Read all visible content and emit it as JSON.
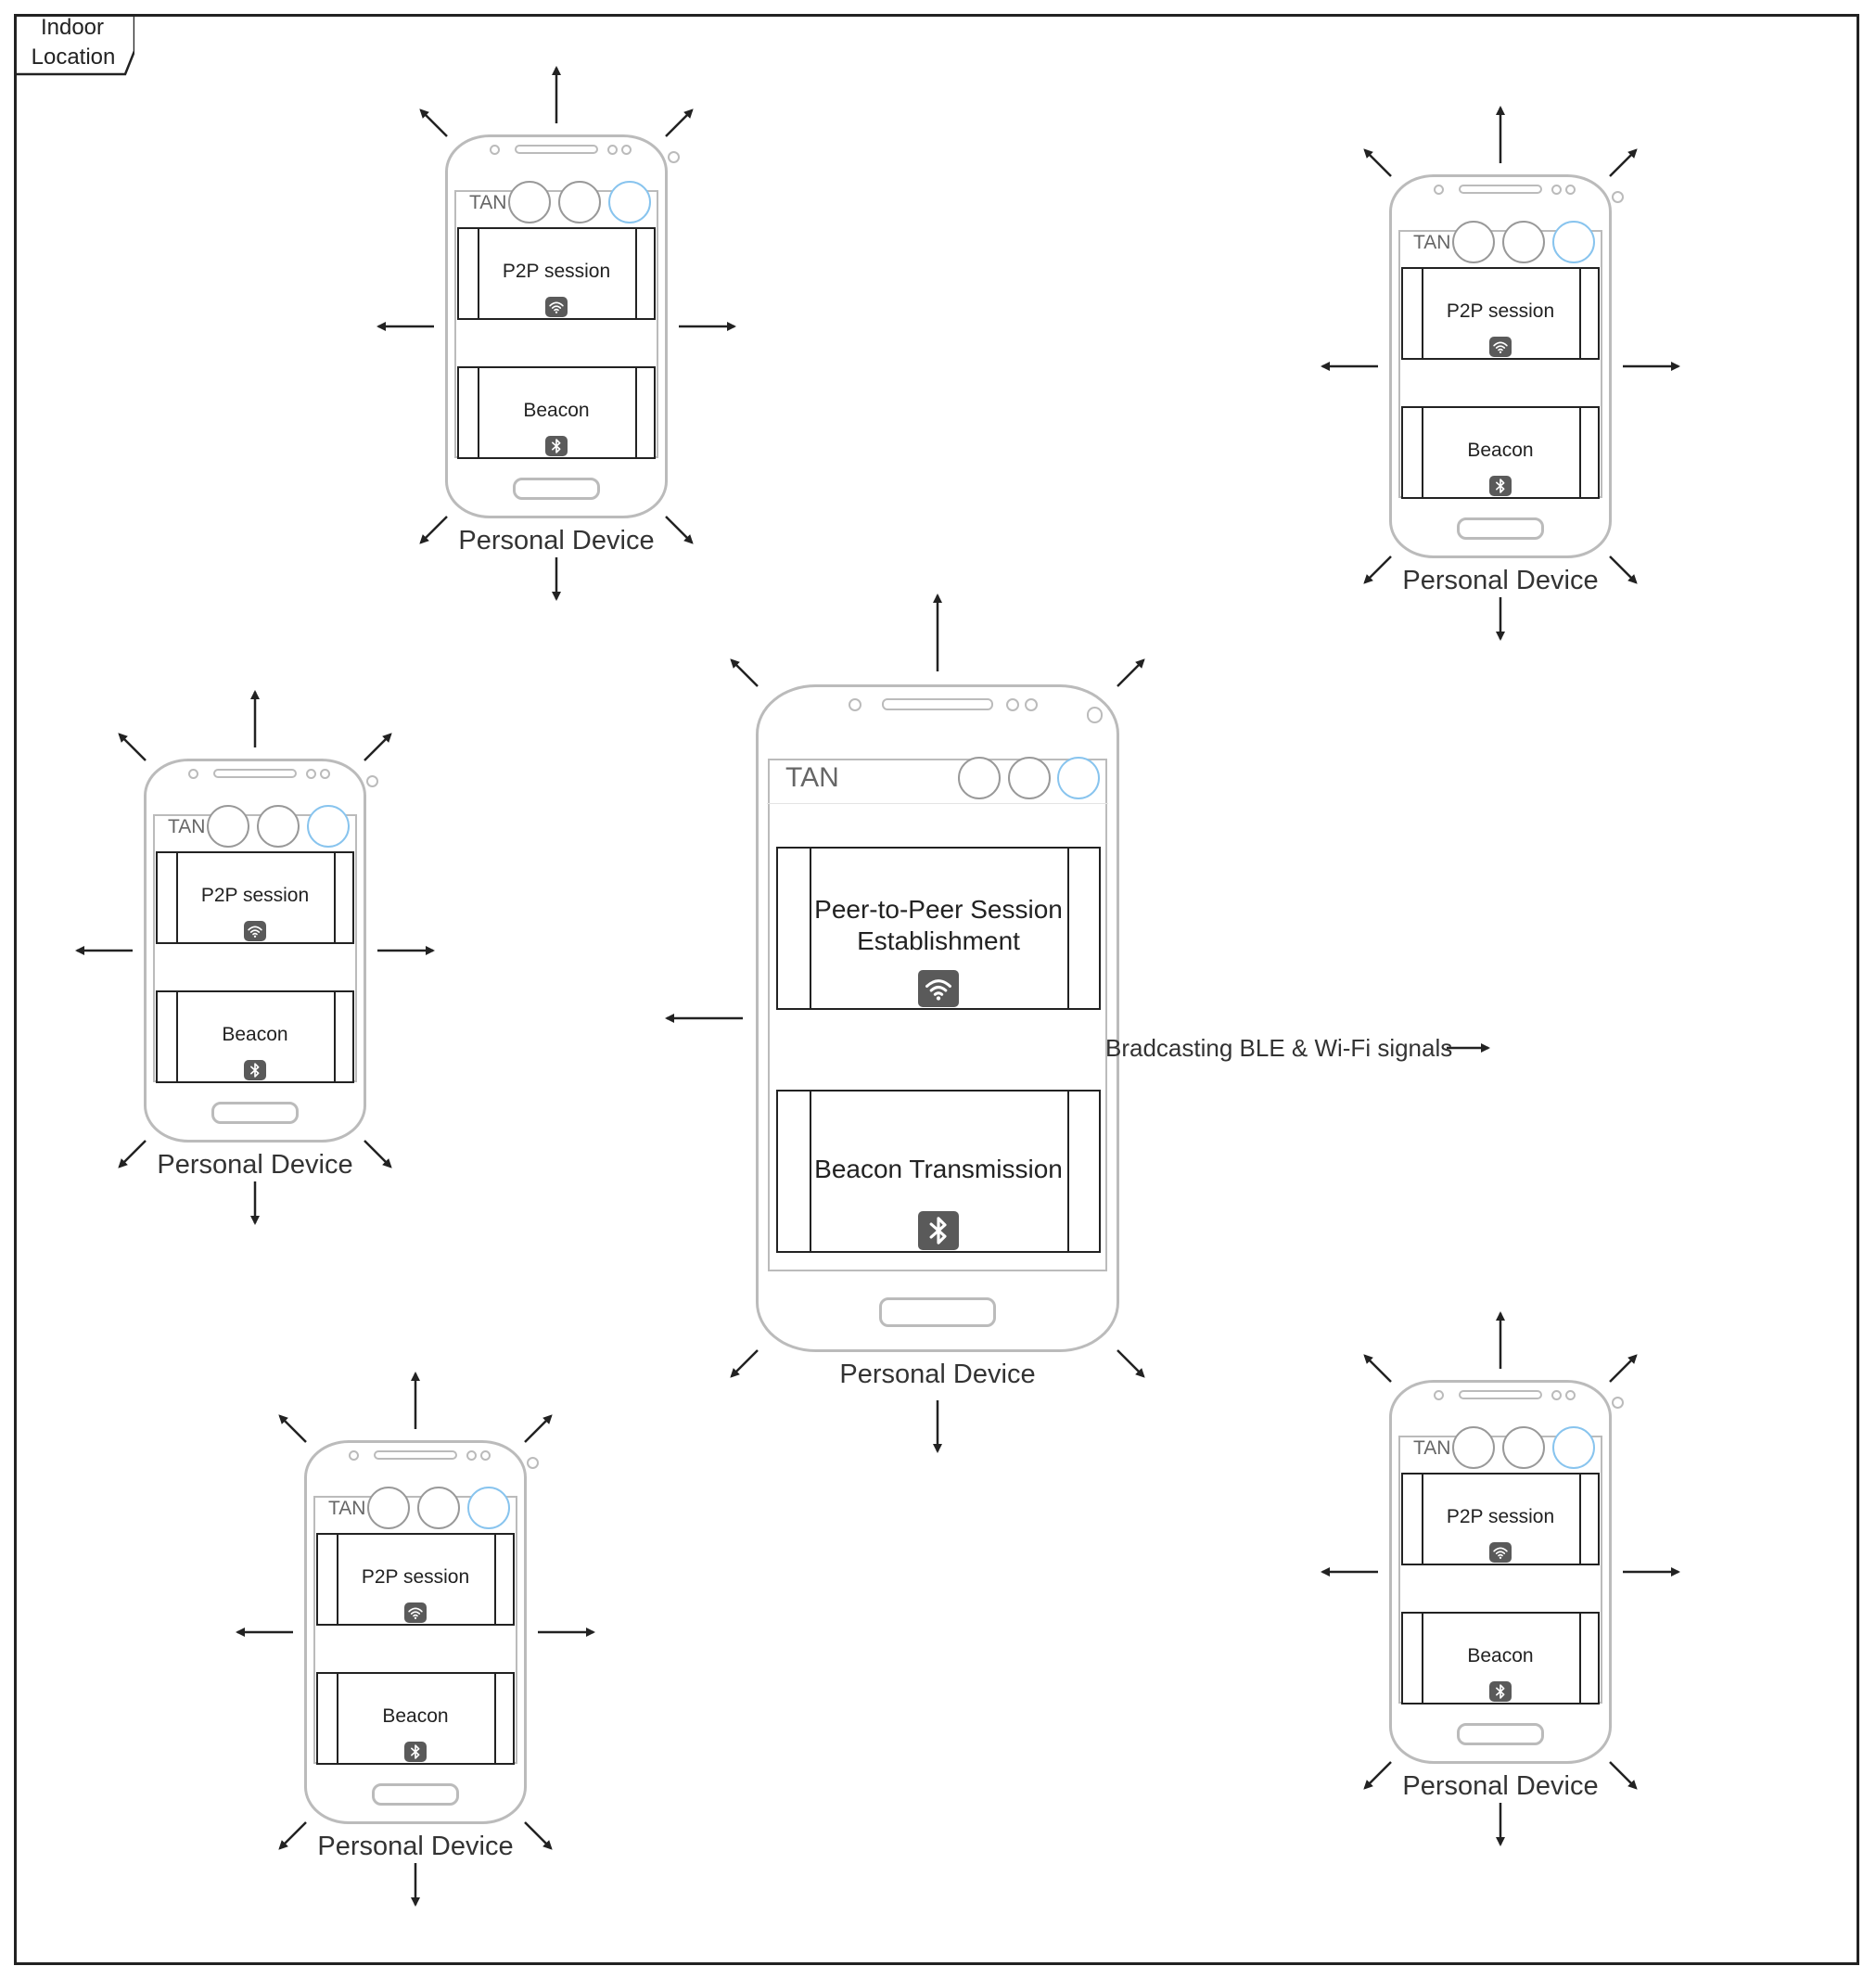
{
  "corner_label": {
    "line1": "Indoor",
    "line2": "Location"
  },
  "central_device": {
    "label": "Personal Device",
    "app_name": "TAN",
    "p2p_box": {
      "line1": "Peer-to-Peer Session",
      "line2": "Establishment",
      "icon": "wifi-icon"
    },
    "beacon_box": {
      "label": "Beacon Transmission",
      "icon": "bluetooth-icon"
    },
    "antenna_icon": "broadcast-antenna-icon",
    "broadcast_label": "Bradcasting BLE & Wi-Fi signals"
  },
  "peer_devices": [
    {
      "label": "Personal Device",
      "app_name": "TAN",
      "p2p_label": "P2P session",
      "beacon_label": "Beacon"
    },
    {
      "label": "Personal Device",
      "app_name": "TAN",
      "p2p_label": "P2P session",
      "beacon_label": "Beacon"
    },
    {
      "label": "Personal Device",
      "app_name": "TAN",
      "p2p_label": "P2P session",
      "beacon_label": "Beacon"
    },
    {
      "label": "Personal Device",
      "app_name": "TAN",
      "p2p_label": "P2P session",
      "beacon_label": "Beacon"
    },
    {
      "label": "Personal Device",
      "app_name": "TAN",
      "p2p_label": "P2P session",
      "beacon_label": "Beacon"
    }
  ],
  "colors": {
    "stroke": "#222222",
    "phone_outline": "#bbbbbb",
    "badge": "#5a5a5a",
    "highlight_circle": "#88c4ee"
  }
}
